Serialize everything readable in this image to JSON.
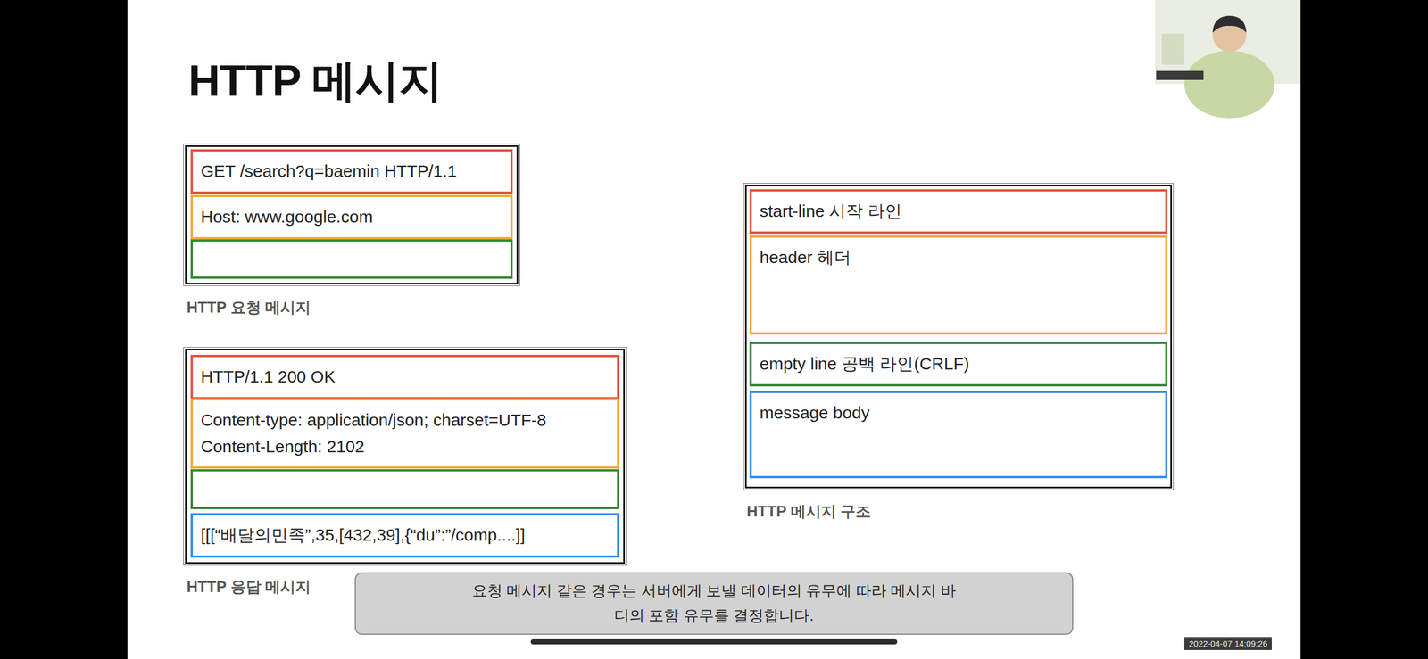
{
  "diagram": {
    "title": "HTTP 메시지",
    "caption": "요청 메시지 같은 경우는 서버에게 보낼 데이터의 유무에 따라 메시지 바디의 포함 유무를 결정합니다.",
    "nodes": [
      {
        "text": [
          "HTTP 요청 메시지"
        ]
      },
      {
        "text": [
          "GET /search?q=baemin HTTP/1.1"
        ],
        "in": 0
      },
      {
        "text": [
          "Host: www.google.com"
        ],
        "in": 0
      },
      {
        "text": [
          "HTTP 응답 메시지"
        ]
      },
      {
        "text": [
          "HTTP/1.1 200 OK"
        ],
        "in": 3
      },
      {
        "text": [
          "Content-type: application/json; charset=UTF-8",
          "Content-Length: 2102"
        ],
        "in": 3
      },
      {
        "text": [
          "[[[“배달의민족”,35,[432,39],{“du”:”/comp....]]"
        ],
        "in": 3
      },
      {
        "text": [
          "HTTP 메시지 구조"
        ]
      },
      {
        "text": [
          "start-line 시작 라인"
        ],
        "in": 7
      },
      {
        "text": [
          "header 헤더"
        ],
        "in": 7
      },
      {
        "text": [
          "empty line 공백 라인(CRLF)"
        ],
        "in": 7
      },
      {
        "text": [
          "message body"
        ],
        "in": 7
      }
    ],
    "labels": [
      "2022-04-07 14:09:26"
    ]
  }
}
